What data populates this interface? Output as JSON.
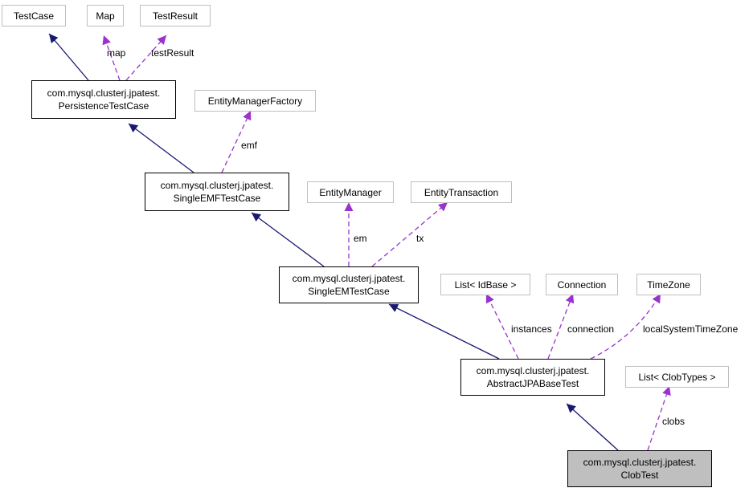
{
  "diagram": {
    "nodes": {
      "testcase": {
        "lines": [
          "TestCase"
        ]
      },
      "map": {
        "lines": [
          "Map"
        ]
      },
      "testresult": {
        "lines": [
          "TestResult"
        ]
      },
      "persistence": {
        "lines": [
          "com.mysql.clusterj.jpatest.",
          "PersistenceTestCase"
        ]
      },
      "emfactory": {
        "lines": [
          "EntityManagerFactory"
        ]
      },
      "singleemf": {
        "lines": [
          "com.mysql.clusterj.jpatest.",
          "SingleEMFTestCase"
        ]
      },
      "entitymanager": {
        "lines": [
          "EntityManager"
        ]
      },
      "entitytransaction": {
        "lines": [
          "EntityTransaction"
        ]
      },
      "singleem": {
        "lines": [
          "com.mysql.clusterj.jpatest.",
          "SingleEMTestCase"
        ]
      },
      "listidbase": {
        "lines": [
          "List< IdBase >"
        ]
      },
      "connection": {
        "lines": [
          "Connection"
        ]
      },
      "timezone": {
        "lines": [
          "TimeZone"
        ]
      },
      "abstractjpa": {
        "lines": [
          "com.mysql.clusterj.jpatest.",
          "AbstractJPABaseTest"
        ]
      },
      "listclob": {
        "lines": [
          "List< ClobTypes >"
        ]
      },
      "clobtest": {
        "lines": [
          "com.mysql.clusterj.jpatest.",
          "ClobTest"
        ]
      }
    },
    "edge_labels": {
      "map": "map",
      "testresult": "testResult",
      "emf": "emf",
      "em": "em",
      "tx": "tx",
      "instances": "instances",
      "connection": "connection",
      "timezone": "localSystemTimeZone",
      "clobs": "clobs"
    },
    "colors": {
      "inheritance": "#191970",
      "usage": "#9a32cd",
      "external_border": "#bfbfbf",
      "highlight_fill": "#bfbfbf"
    }
  }
}
